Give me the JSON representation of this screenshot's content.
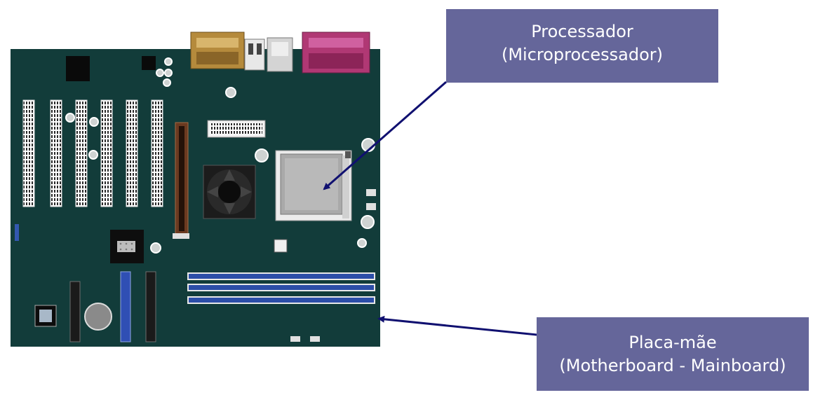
{
  "callouts": {
    "processor": {
      "line1": "Processador",
      "line2": "(Microprocessador)"
    },
    "motherboard": {
      "line1": "Placa-mãe",
      "line2": "(Motherboard - Mainboard)"
    }
  },
  "colors": {
    "board": "#123c3a",
    "callout_bg": "#65669a",
    "arrow": "#101070",
    "dimm_blue": "#2c4ea8",
    "parallel_port": "#b03874",
    "serial_port": "#b58a3c"
  }
}
